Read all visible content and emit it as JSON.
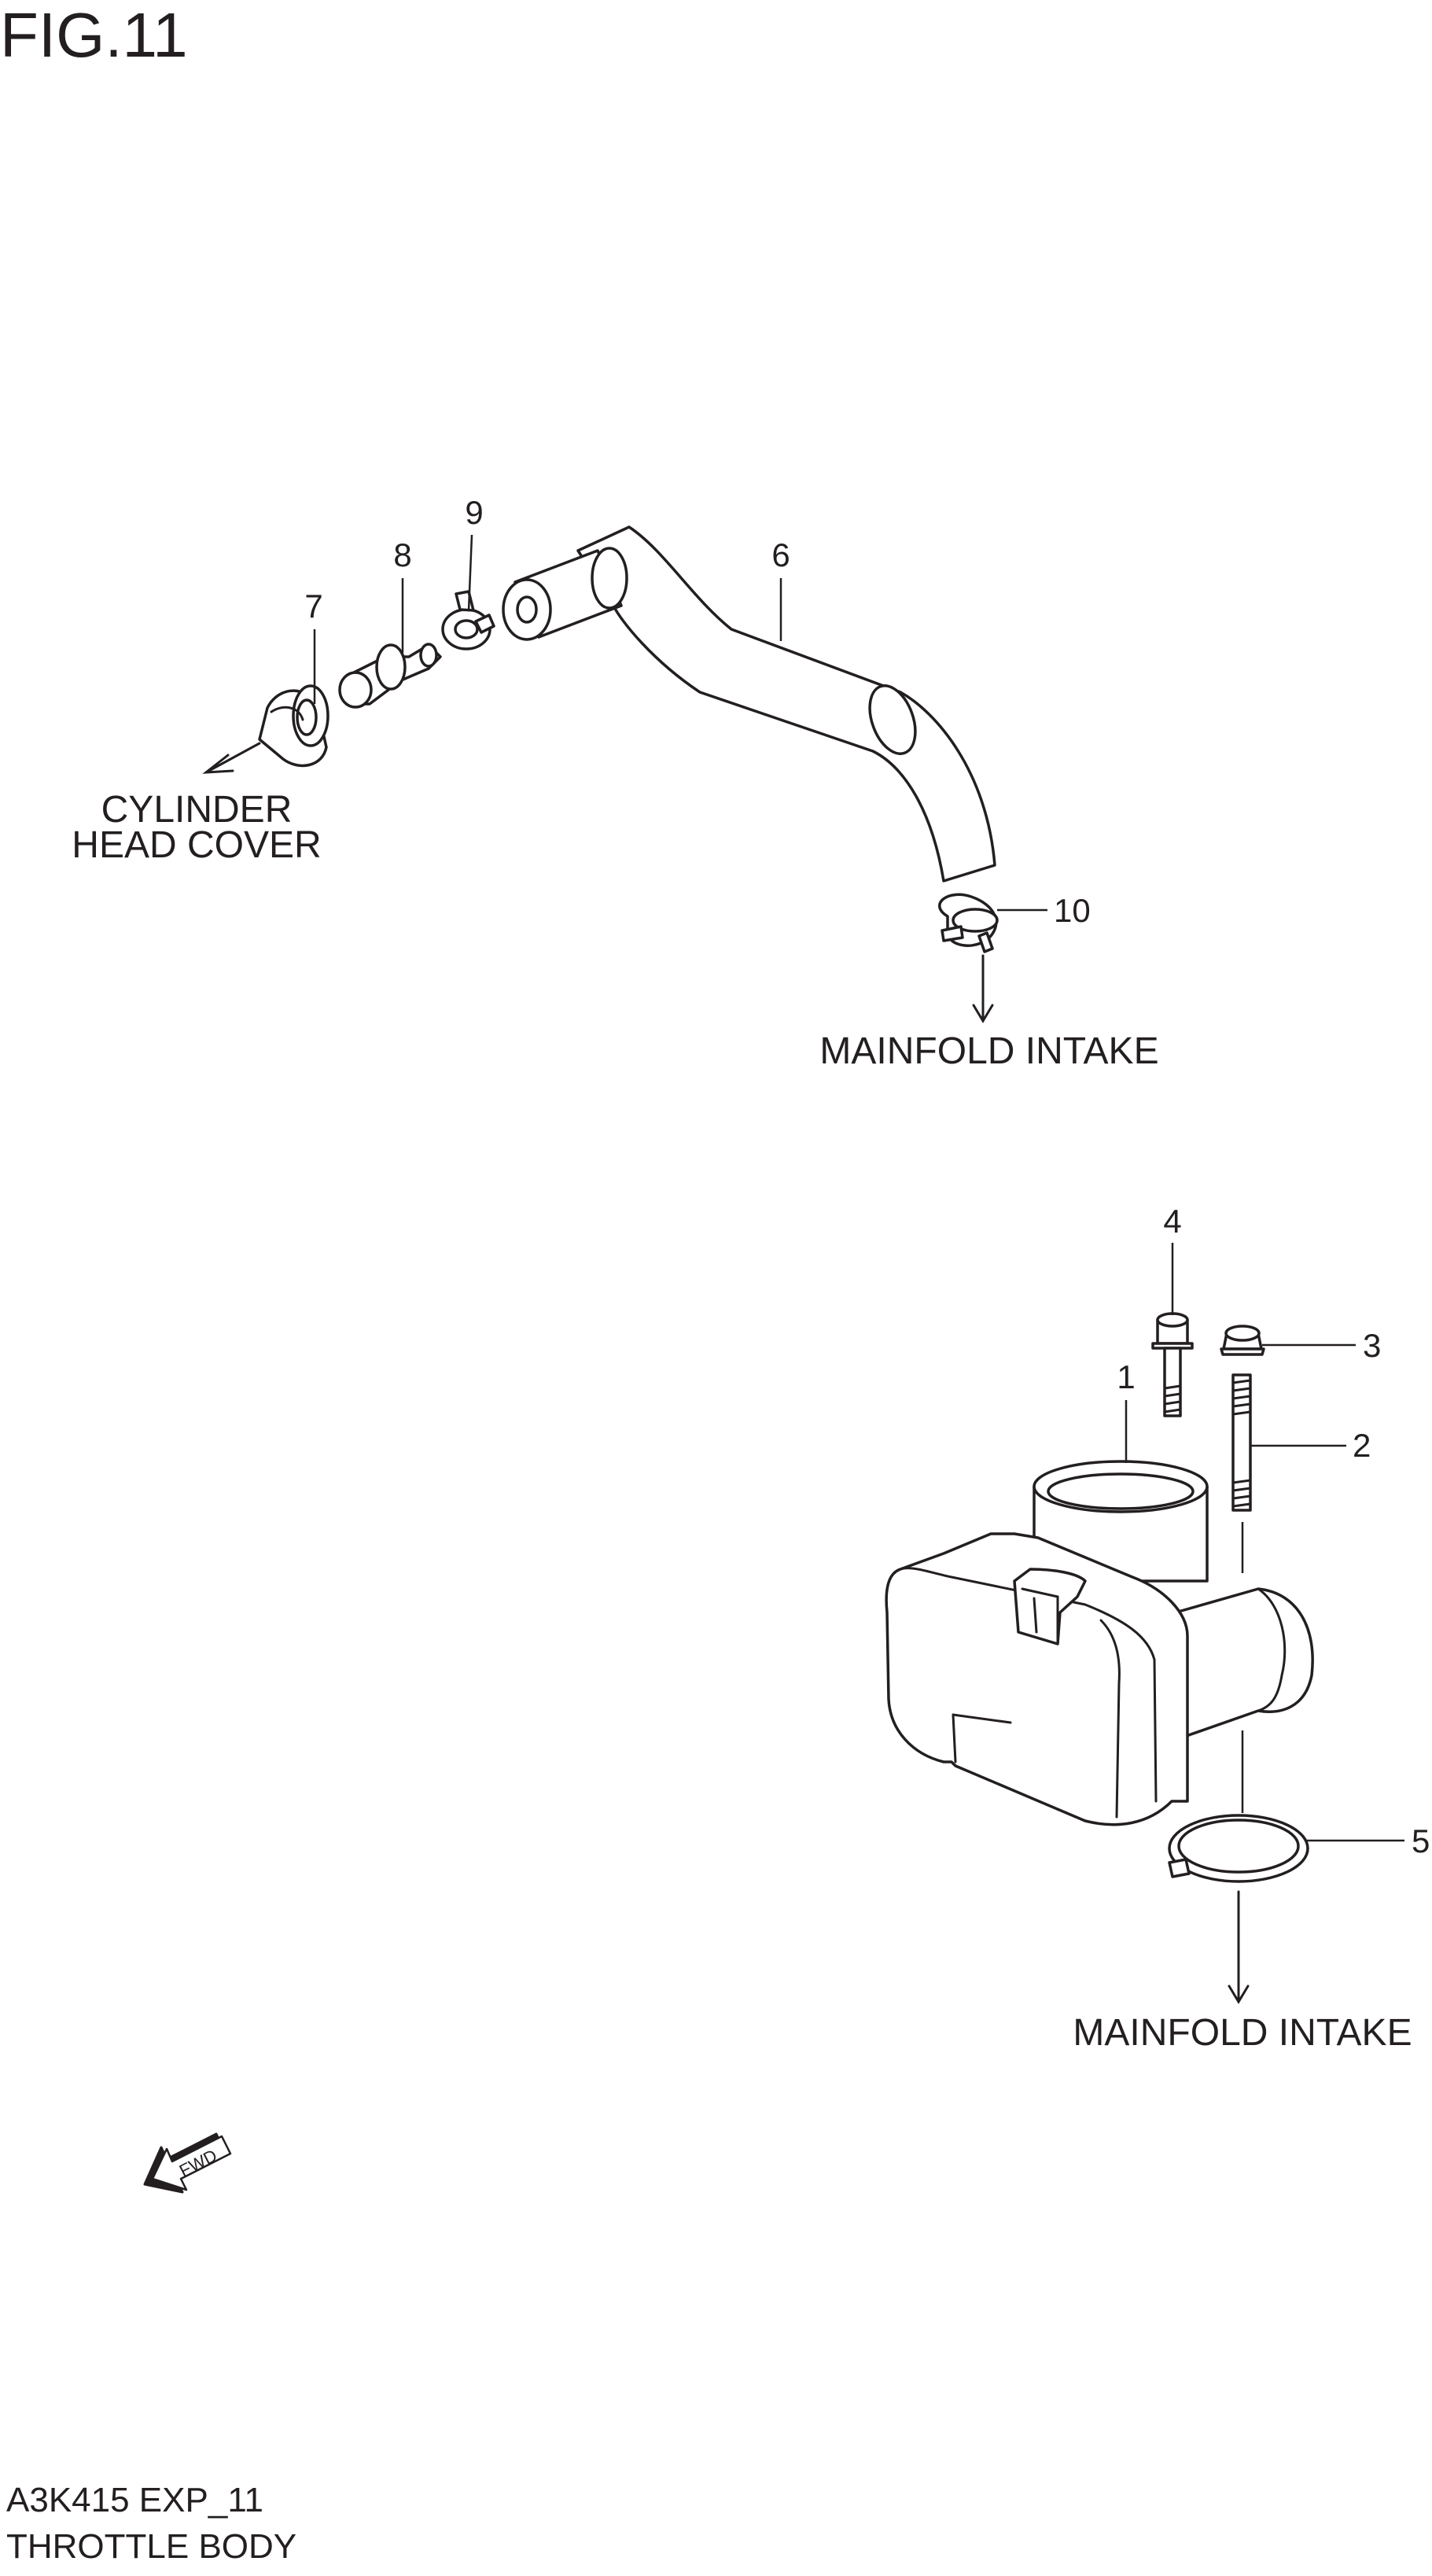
{
  "figure": {
    "title": "FIG.11",
    "code": "A3K415 EXP_11",
    "name": "THROTTLE BODY"
  },
  "callouts": [
    "1",
    "2",
    "3",
    "4",
    "5",
    "6",
    "7",
    "8",
    "9",
    "10"
  ],
  "labels": {
    "cylinder_head_line1": "CYLINDER",
    "cylinder_head_line2": "HEAD COVER",
    "manifold_intake_top": "MAINFOLD INTAKE",
    "manifold_intake_bottom": "MAINFOLD INTAKE"
  },
  "fwd_badge": "FWD"
}
